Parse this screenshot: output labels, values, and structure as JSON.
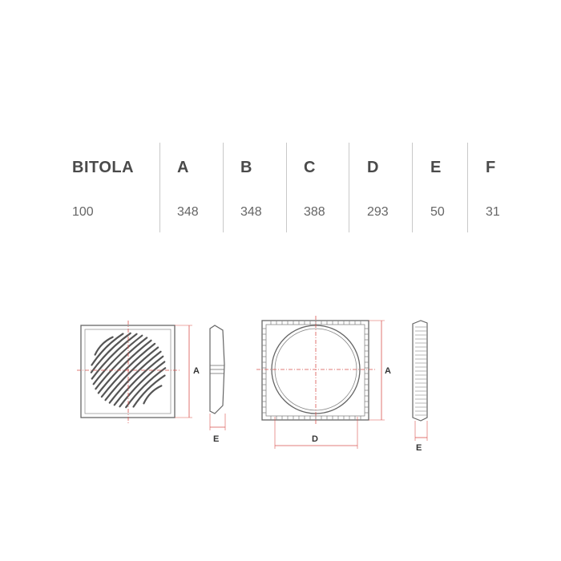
{
  "table": {
    "headers": [
      "BITOLA",
      "A",
      "B",
      "C",
      "D",
      "E",
      "F"
    ],
    "rows": [
      [
        "100",
        "348",
        "348",
        "388",
        "293",
        "50",
        "31"
      ]
    ]
  },
  "drawing": {
    "labels": {
      "a_front": "A",
      "e_front": "E",
      "a_back": "A",
      "d_back": "D",
      "e_back": "E"
    },
    "colors": {
      "outline": "#555555",
      "dimension": "#d9534f"
    }
  }
}
